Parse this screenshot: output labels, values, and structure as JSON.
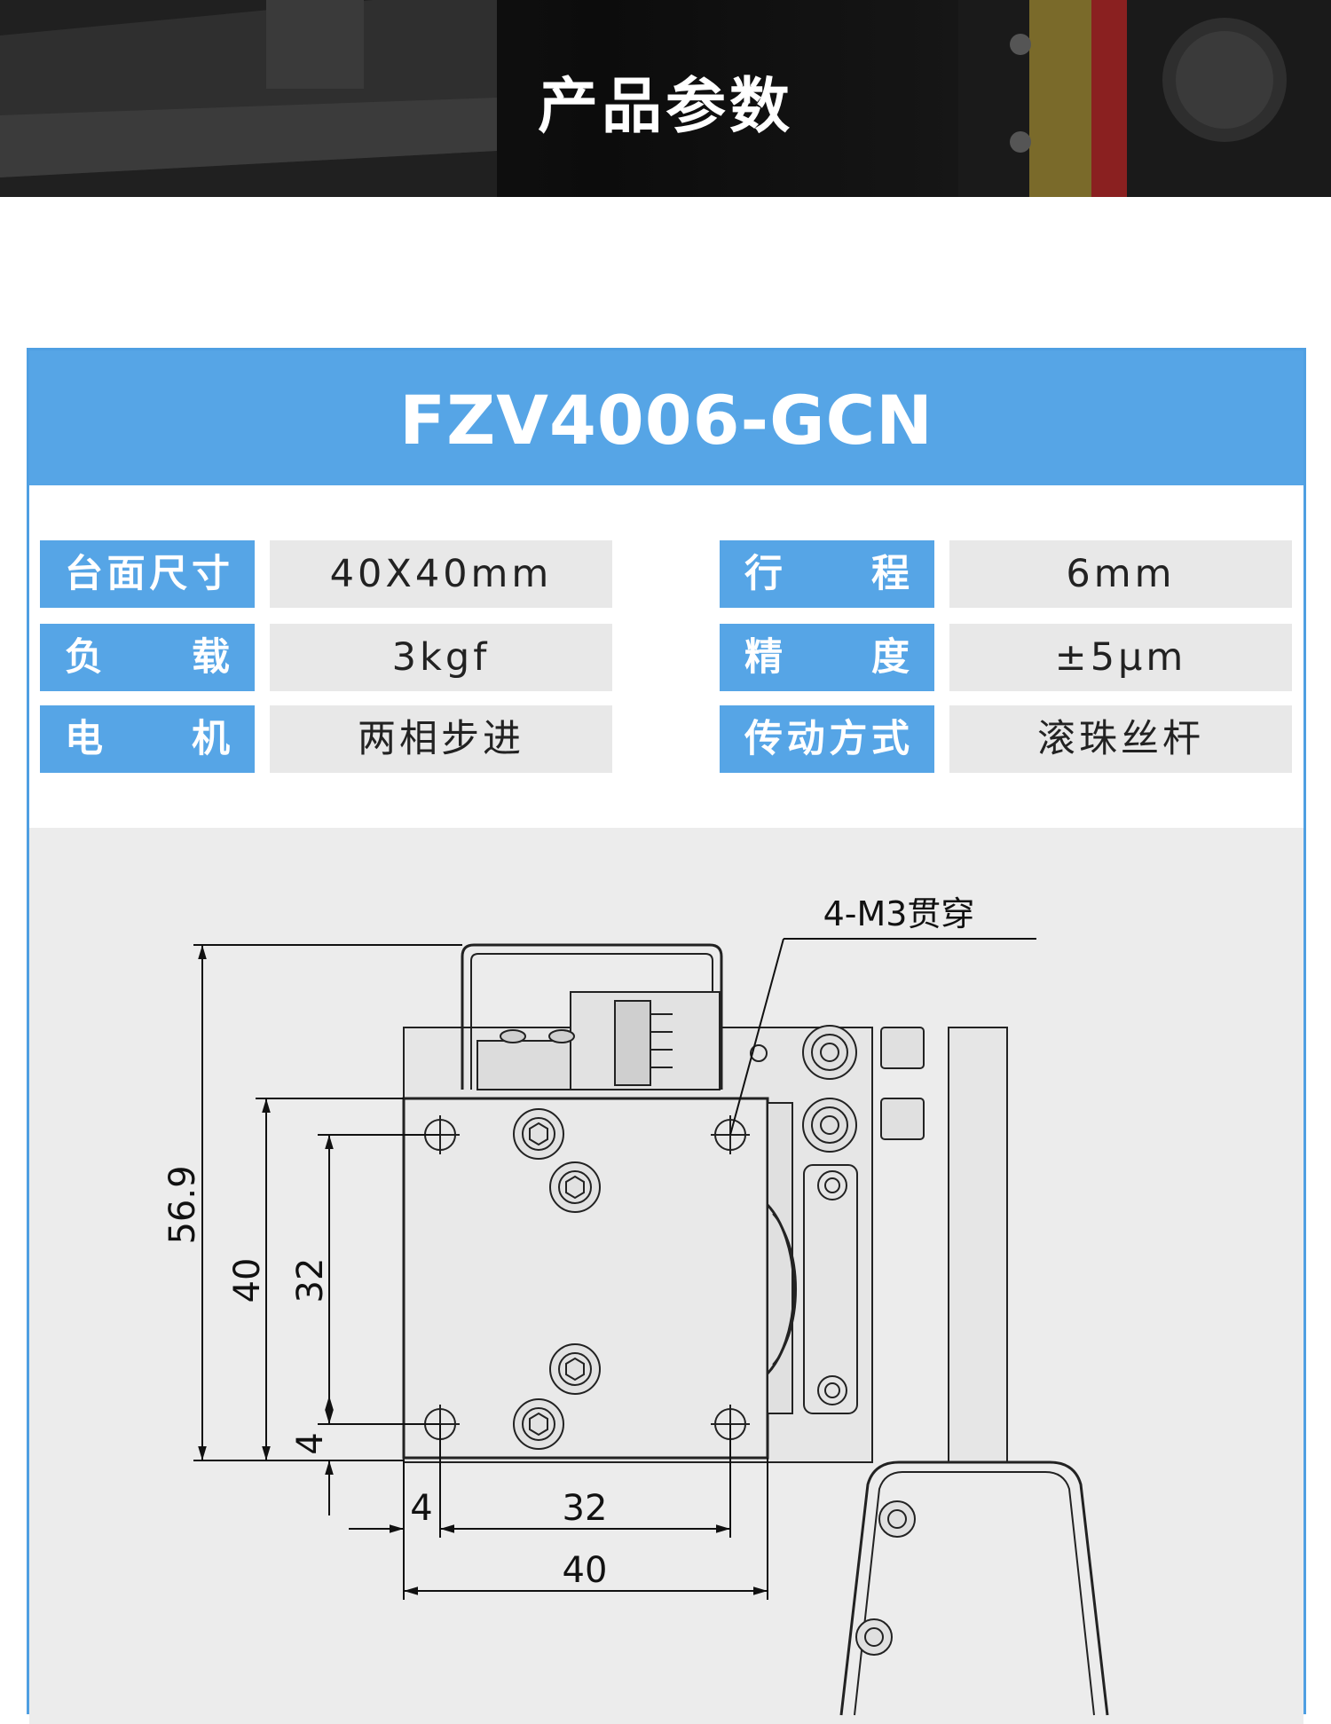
{
  "hero": {
    "title": "产品参数"
  },
  "product": {
    "model": "FZV4006-GCN"
  },
  "specs": [
    {
      "label": [
        "台",
        "面",
        "尺",
        "寸"
      ],
      "value": "40X40mm"
    },
    {
      "label": [
        "行",
        "程"
      ],
      "value": "6mm"
    },
    {
      "label": [
        "负",
        "载"
      ],
      "value": "3kgf"
    },
    {
      "label": [
        "精",
        "度"
      ],
      "value": "±5μm"
    },
    {
      "label": [
        "电",
        "机"
      ],
      "value": "两相步进"
    },
    {
      "label": [
        "传",
        "动",
        "方",
        "式"
      ],
      "value": "滚珠丝杆"
    }
  ],
  "drawing": {
    "annotation": "4-M3贯穿",
    "dimensions": {
      "overall_height": "56.9",
      "table_height": "40",
      "hole_pitch_vertical": "32",
      "hole_offset_vertical": "4",
      "hole_offset_horizontal": "4",
      "hole_pitch_horizontal": "32",
      "table_width": "40"
    }
  },
  "colors": {
    "accent_blue": "#56a5e6",
    "cell_gray": "#e8e8e8",
    "drawing_bg": "#ececec",
    "hero_bg": "#111111"
  }
}
